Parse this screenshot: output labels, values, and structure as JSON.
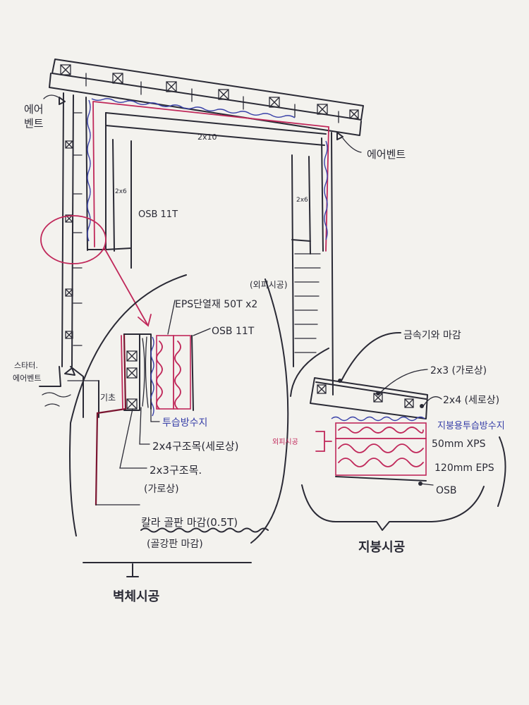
{
  "labels": {
    "air_vent_left": "에어\n벤트",
    "air_vent_right": "에어벤트",
    "joist": "2x10",
    "stud_left": "2x6",
    "stud_right": "2x6",
    "osb_main": "OSB 11T",
    "starter_vent": "스타터.\n에어벤트",
    "foundation": "기초",
    "wall_order": "(외피시공)",
    "wall_eps": "EPS단열재 50T x2",
    "wall_osb": "OSB 11T",
    "wall_membrane": "투습방수지",
    "wall_2x4": "2x4구조목(세로상)",
    "wall_2x3": "2x3구조목.\n(가로상)",
    "wall_finish": "칼라 골판 마감(0.5T)",
    "wall_finish_sub": "(골강판 마감)",
    "wall_title": "벽체시공",
    "roof_finish": "금속기와 마감",
    "roof_2x3": "2x3 (가로상)",
    "roof_2x4": "2x4 (세로상)",
    "roof_membrane": "지붕용투습방수지",
    "roof_order": "외피시공",
    "roof_xps": "50mm XPS",
    "roof_eps": "120mm EPS",
    "roof_osb": "OSB",
    "roof_title": "지붕시공"
  },
  "colors": {
    "ink": "#2a2a35",
    "red": "#c0285a",
    "darkred": "#7a1530",
    "blue": "#3840a8",
    "paper": "#f3f2ee"
  }
}
